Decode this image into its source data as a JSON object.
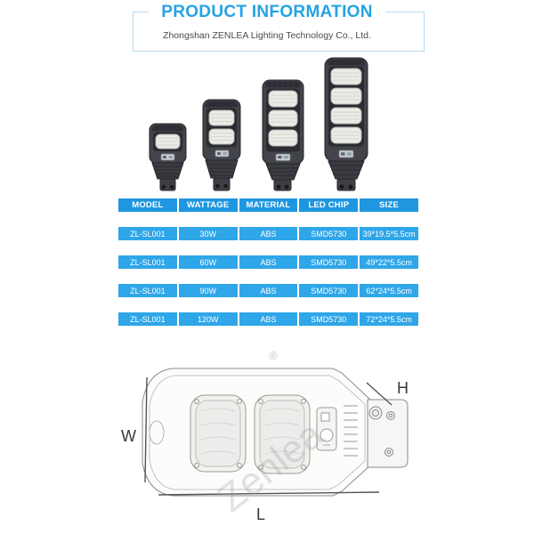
{
  "header": {
    "title": "PRODUCT INFORMATION",
    "subtitle": "Zhongshan ZENLEA Lighting Technology Co., Ltd."
  },
  "products": {
    "image_names": [
      "solar-street-light-1-panel",
      "solar-street-light-2-panel",
      "solar-street-light-3-panel",
      "solar-street-light-4-panel"
    ]
  },
  "table": {
    "headers": [
      "MODEL",
      "WATTAGE",
      "MATERIAL",
      "LED CHIP",
      "SIZE"
    ],
    "rows": [
      {
        "model": "ZL-SL001",
        "wattage": "30W",
        "material": "ABS",
        "led_chip": "SMD5730",
        "size": "39*19.5*5.5cm"
      },
      {
        "model": "ZL-SL001",
        "wattage": "60W",
        "material": "ABS",
        "led_chip": "SMD5730",
        "size": "49*22*5.5cm"
      },
      {
        "model": "ZL-SL001",
        "wattage": "90W",
        "material": "ABS",
        "led_chip": "SMD5730",
        "size": "62*24*5.5cm"
      },
      {
        "model": "ZL-SL001",
        "wattage": "120W",
        "material": "ABS",
        "led_chip": "SMD5730",
        "size": "72*24*5.5cm"
      }
    ]
  },
  "diagram": {
    "width_label": "W",
    "height_label": "H",
    "length_label": "L",
    "registered_mark": "®",
    "watermark": "Zenlea"
  },
  "colors": {
    "title_blue": "#24a3e3",
    "box_border_blue": "#b5d9f0",
    "table_header_blue": "#1e97e0",
    "table_row_blue": "#2fa6e8"
  }
}
